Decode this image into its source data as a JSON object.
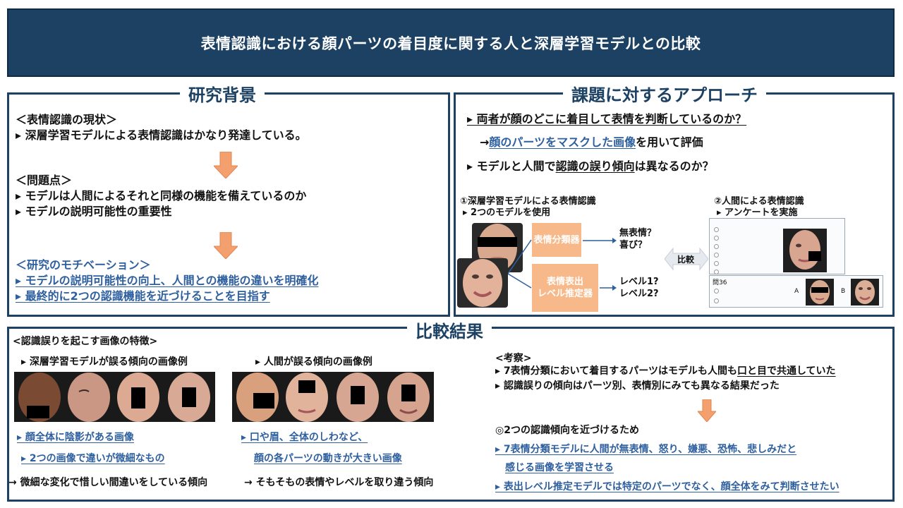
{
  "title": "表情認識における顔パーツの着目度に関する人と深層学習モデルとの比較",
  "background": {
    "heading": "研究背景",
    "current_label": "＜表情認識の現状＞",
    "current_item": "▸ 深層学習モデルによる表情認識はかなり発達している。",
    "problem_label": "＜問題点＞",
    "problem_items": [
      "▸ モデルは人間によるそれと同様の機能を備えているのか",
      "▸ モデルの説明可能性の重要性"
    ],
    "motivation_label": "＜研究のモチベーション＞",
    "motivation_items": [
      "▸ モデルの説明可能性の向上、人間との機能の違いを明確化",
      "▸ 最終的に2つの認識機能を近づけることを目指す"
    ]
  },
  "approach": {
    "heading": "課題に対するアプローチ",
    "q1": "▸ 両者が顔のどこに着目して表情を判断しているのか？",
    "a1_arrow": "→",
    "a1_highlight": "顔のパーツをマスクした画像",
    "a1_rest": "を用いて評価",
    "q2_pre": "▸ モデルと人間で",
    "q2_ul": "認識の誤り傾向",
    "q2_post": "は異なるのか？",
    "dl_title": "①深層学習モデルによる表情認識",
    "dl_sub": "▸ 2つのモデルを使用",
    "box1": "表情分類器",
    "box2_line1": "表情表出",
    "box2_line2": "レベル推定器",
    "out1_line1": "無表情？",
    "out1_line2": "喜び？",
    "out2_line1": "レベル1?",
    "out2_line2": "レベル2?",
    "compare": "比較",
    "human_title": "②人間による表情認識",
    "human_sub": "▸ アンケートを実施",
    "survey_q": "問36",
    "survey_a": "A",
    "survey_b": "B"
  },
  "results": {
    "heading": "比較結果",
    "features_label": "<認識誤りを起こす画像の特徴>",
    "dl_err_title": "▸ 深層学習モデルが誤る傾向の画像例",
    "human_err_title": "▸ 人間が誤る傾向の画像例",
    "dl_points": [
      "▸ 顔全体に陰影がある画像",
      "▸ 2つの画像で違いが微細なもの"
    ],
    "dl_conclusion": "→ 微細な変化で惜しい間違いをしている傾向",
    "human_points": [
      "▸ 口や眉、全体のしわなど、",
      "顔の各パーツの動きが大きい画像"
    ],
    "human_conclusion": "→ そもそもの表情やレベルを取り違う傾向",
    "discussion_label": "<考察>",
    "discussion_1_pre": "▸ 7表情分類において着目するパーツはモデルも人間も",
    "discussion_1_ul": "口と目で共通していた",
    "discussion_2": "▸ 認識誤りの傾向はパーツ別、表情別にみても異なる結果だった",
    "proposal_label": "◎2つの認識傾向を近づけるため",
    "proposal_1a": "▸ 7表情分類モデルに人間が無表情、怒り、嫌悪、恐怖、悲しみだと",
    "proposal_1b": "感じる画像を学習させる",
    "proposal_2": "▸ 表出レベル推定モデルでは特定のパーツでなく、顔全体をみて判断させたい"
  },
  "colors": {
    "navy": "#1c4163",
    "accent_blue": "#2e5f9e",
    "orange": "#f8b98a",
    "arrow_orange": "#f4a06e"
  }
}
